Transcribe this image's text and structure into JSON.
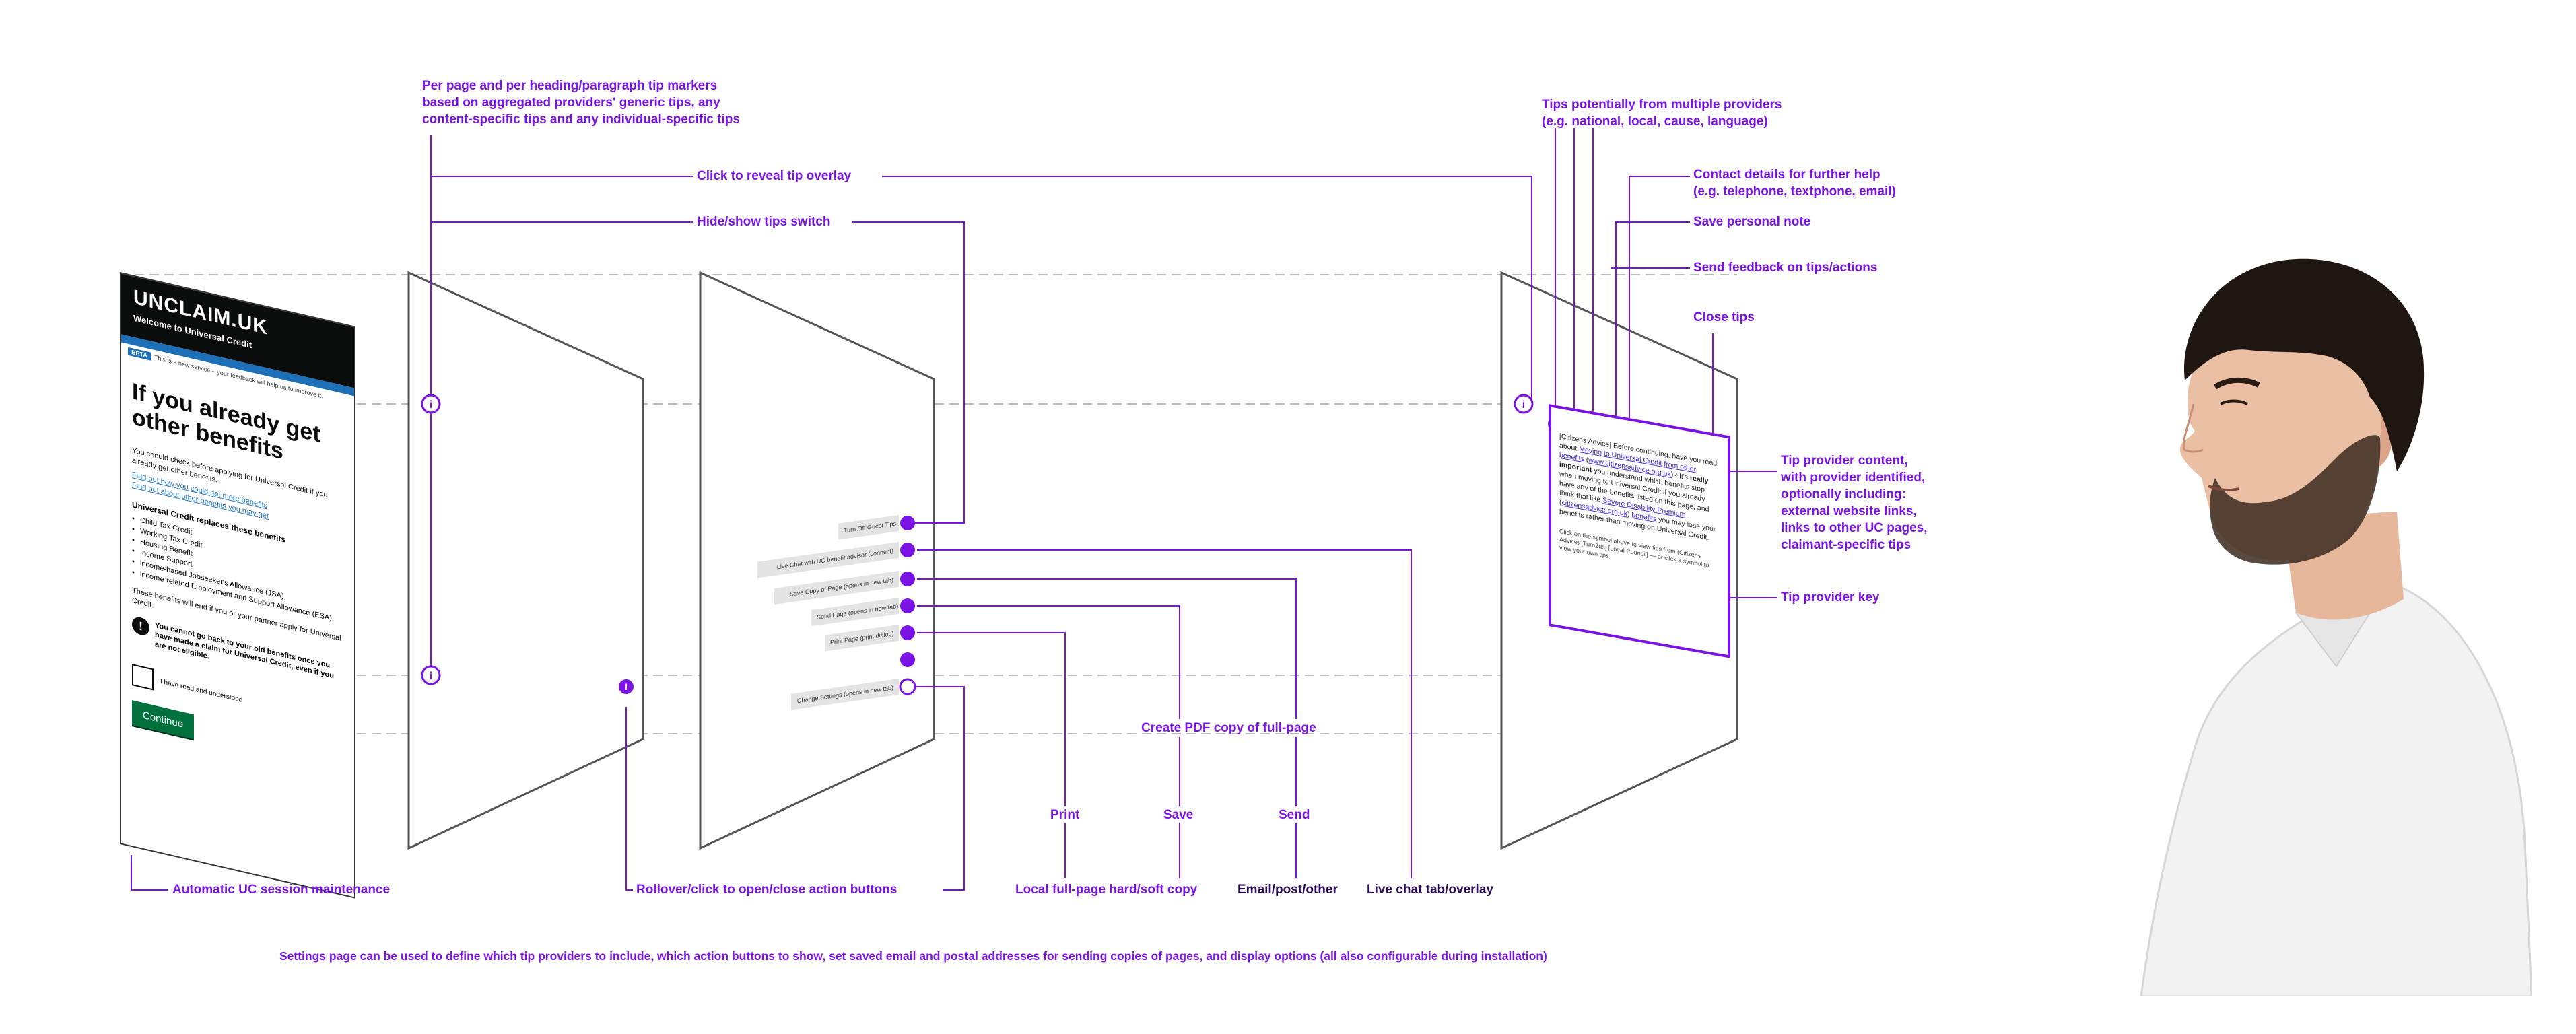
{
  "gov_page": {
    "logo": "UNCLAIM.UK",
    "service": "Welcome to Universal Credit",
    "beta_tag": "BETA",
    "beta_text": "This is a new service – your feedback will help us to improve it.",
    "heading": "If you already get other benefits",
    "intro": "You should check before applying for Universal Credit if you already get other benefits.",
    "links": [
      "Find out how you could get more benefits",
      "Find out about other benefits you may get"
    ],
    "list_heading": "Universal Credit replaces these benefits",
    "list_items": [
      "Child Tax Credit",
      "Working Tax Credit",
      "Housing Benefit",
      "Income Support",
      "income-based Jobseeker's Allowance (JSA)",
      "income-related Employment and Support Allowance (ESA)"
    ],
    "body_text": "These benefits will end if you or your partner apply for Universal Credit.",
    "warning": "You cannot go back to your old benefits once you have made a claim for Universal Credit, even if you are not eligible.",
    "checkbox_label": "I have read and understood",
    "continue_label": "Continue"
  },
  "action_buttons": [
    "Turn Off Guest Tips",
    "Live Chat with UC benefit advisor (connect)",
    "Save Copy of Page (opens in new tab)",
    "Send Page (opens in new tab)",
    "Print Page (print dialog)",
    "Change Settings (opens in new tab)"
  ],
  "tip": {
    "content_html": "[Citizens Advice] Before continuing, have you read about <u>Moving to Universal Credit from other benefits</u> (<u>www.citizensadvice.org.uk</u>)? It's <b>really important</b> you understand which benefits stop when moving to Universal Credit if you already have any of the benefits listed on this page, and think that like <u>Severe Disability Premium</u> (<u>citizensadvice.org.uk</u>) <u>benefits</u> you may lose your benefits rather than moving on Universal Credit.",
    "key": "Click on the symbol above to view tips from (Citizens Advice) [Turn2us] [Local Council] — or click a symbol to view your own tips"
  },
  "labels": {
    "markers": "Per page and per heading/paragraph tip markers\nbased on aggregated providers' generic tips, any\ncontent-specific tips and any individual-specific tips",
    "reveal": "Click to reveal tip overlay",
    "hideshow": "Hide/show tips switch",
    "multiple": "Tips potentially from multiple providers\n(e.g. national, local, cause, language)",
    "contact": "Contact details for further help\n(e.g. telephone, textphone, email)",
    "save_note": "Save personal note",
    "feedback": "Send feedback on tips/actions",
    "close": "Close tips",
    "provider_content": "Tip provider content,\nwith provider identified,\noptionally including:\nexternal website links,\nlinks to other UC pages,\nclaimant-specific tips",
    "provider_key": "Tip provider key",
    "create_pdf": "Create PDF copy of full-page",
    "print": "Print",
    "save": "Save",
    "send": "Send",
    "session": "Automatic UC session maintenance",
    "rollover": "Rollover/click to open/close action buttons",
    "local_copy": "Local full-page hard/soft copy",
    "email_post": "Email/post/other",
    "live_chat": "Live chat tab/overlay",
    "settings": "Settings page can be used to define which tip providers to include, which action buttons to show, set saved email and postal addresses for sending copies of pages, and display options (all also configurable during installation)"
  },
  "colors": {
    "accent": "#7a12e6",
    "panel_stroke": "#555555",
    "gov_header": "#0b0c0c",
    "gov_green": "#00703c",
    "gov_blue": "#1d70b8"
  },
  "icons": [
    "tip-marker-icon",
    "action-toggle-icon",
    "provider-icon",
    "close-icon"
  ]
}
